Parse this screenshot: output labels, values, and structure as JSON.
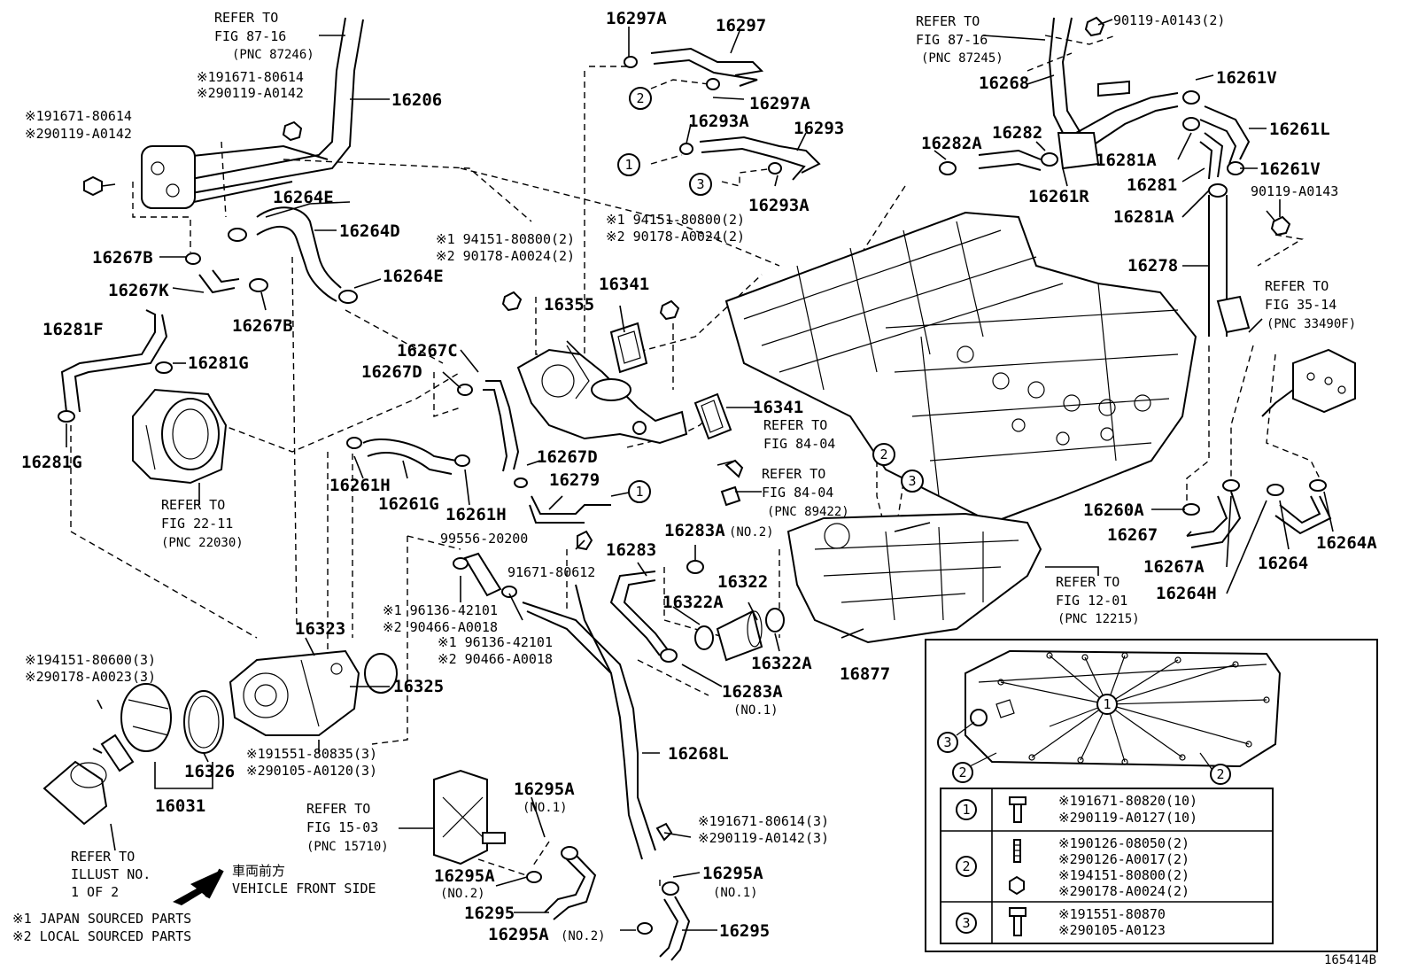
{
  "labels": {
    "p16297A_top": "16297A",
    "p16297": "16297",
    "p16297A_mid": "16297A",
    "p16293A_top": "16293A",
    "p16293": "16293",
    "p16293A_bot": "16293A",
    "p16206": "16206",
    "p16264E_a": "16264E",
    "p16264D": "16264D",
    "p16264E_b": "16264E",
    "p16267B_a": "16267B",
    "p16267K": "16267K",
    "p16267B_b": "16267B",
    "p16281F": "16281F",
    "p16281G_a": "16281G",
    "p16281G_b": "16281G",
    "p16355": "16355",
    "p16341_a": "16341",
    "p16341_b": "16341",
    "p16267C": "16267C",
    "p16267D_a": "16267D",
    "p16267D_b": "16267D",
    "p16279": "16279",
    "p16261H_a": "16261H",
    "p16261G": "16261G",
    "p16261H_b": "16261H",
    "p16268": "16268",
    "p16282A": "16282A",
    "p16282": "16282",
    "p16261R": "16261R",
    "p16261V_a": "16261V",
    "p16261L": "16261L",
    "p16281A_a": "16281A",
    "p16261V_b": "16261V",
    "p16281": "16281",
    "p16281A_b": "16281A",
    "p16278": "16278",
    "p16260A": "16260A",
    "p16267": "16267",
    "p16267A": "16267A",
    "p16264H": "16264H",
    "p16264": "16264",
    "p16264A": "16264A",
    "p16283A_a": "16283A",
    "p16283": "16283",
    "p16322": "16322",
    "p16322A_a": "16322A",
    "p16322A_b": "16322A",
    "p16283A_b": "16283A",
    "p16877": "16877",
    "p16323": "16323",
    "p16325": "16325",
    "p16326": "16326",
    "p16031": "16031",
    "p16268L": "16268L",
    "p16295A_a": "16295A",
    "p16295A_b": "16295A",
    "p16295A_c": "16295A",
    "p16295A_d": "16295A",
    "p16295_a": "16295",
    "p16295_b": "16295",
    "p99556": "99556-20200",
    "p91671_80612": "91671-80612",
    "p90119_A0143_top": "90119-A0143(2)",
    "p90119_A0143": "90119-A0143"
  },
  "sublabels": {
    "no2_16283A": "(NO.2)",
    "no1_16283A": "(NO.1)",
    "no1_16295A": "(NO.1)",
    "no2_16295A_a": "(NO.2)",
    "no1_16295A_b": "(NO.1)",
    "no2_16295A_b": "(NO.2)"
  },
  "refs": {
    "ref1_l1": "REFER TO",
    "ref1_l2": "FIG 87-16",
    "ref1_l3": "(PNC 87246)",
    "ref2_l1": "REFER TO",
    "ref2_l2": "FIG 87-16",
    "ref2_l3": "(PNC 87245)",
    "ref3_l1": "REFER TO",
    "ref3_l2": "FIG 35-14",
    "ref3_l3": "(PNC 33490F)",
    "ref4_l1": "REFER TO",
    "ref4_l2": "FIG 84-04",
    "ref5_l1": "REFER TO",
    "ref5_l2": "FIG 84-04",
    "ref5_l3": "(PNC 89422)",
    "ref6_l1": "REFER TO",
    "ref6_l2": "FIG 22-11",
    "ref6_l3": "(PNC 22030)",
    "ref7_l1": "REFER TO",
    "ref7_l2": "FIG 12-01",
    "ref7_l3": "(PNC 12215)",
    "ref8_l1": "REFER TO",
    "ref8_l2": "FIG 15-03",
    "ref8_l3": "(PNC 15710)",
    "ref9_l1": "REFER TO",
    "ref9_l2": "ILLUST NO.",
    "ref9_l3": "1 OF 2"
  },
  "notes": {
    "n_top1": "※191671-80614",
    "n_top2": "※290119-A0142",
    "n_left1": "※191671-80614",
    "n_left2": "※290119-A0142",
    "n_mid1a": "※1 94151-80800(2)",
    "n_mid1b": "※2 90178-A0024(2)",
    "n_mid2a": "※1 94151-80800(2)",
    "n_mid2b": "※2 90178-A0024(2)",
    "n_wp1": "※194151-80600(3)",
    "n_wp2": "※290178-A0023(3)",
    "n_bolt1": "※191551-80835(3)",
    "n_bolt2": "※290105-A0120(3)",
    "n_clamp1a": "※1 96136-42101",
    "n_clamp1b": "※2 90466-A0018",
    "n_clamp2a": "※1 96136-42101",
    "n_clamp2b": "※2 90466-A0018",
    "n_lower1": "※191671-80614(3)",
    "n_lower2": "※290119-A0142(3)"
  },
  "legend": {
    "front_jp": "車両前方",
    "front_en": "VEHICLE FRONT SIDE",
    "src1": "※1 JAPAN SOURCED PARTS",
    "src2": "※2 LOCAL SOURCED PARTS",
    "fig_id": "165414B"
  },
  "inset": {
    "callout_1": "1",
    "callout_2a": "2",
    "callout_2b": "2",
    "callout_3": "3"
  },
  "circle_refs": [
    "1",
    "2",
    "3",
    "2",
    "3",
    "1",
    "1"
  ],
  "table": {
    "rows": [
      {
        "id": "1",
        "lines": [
          "※191671-80820(10)",
          "※290119-A0127(10)"
        ]
      },
      {
        "id": "2",
        "lines": [
          "※190126-08050(2)",
          "※290126-A0017(2)",
          "※194151-80800(2)",
          "※290178-A0024(2)"
        ]
      },
      {
        "id": "3",
        "lines": [
          "※191551-80870",
          "※290105-A0123"
        ]
      }
    ]
  }
}
